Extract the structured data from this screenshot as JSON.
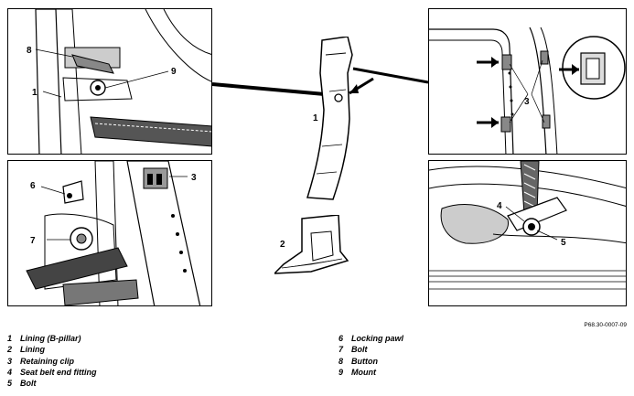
{
  "callouts": {
    "p1_8": "8",
    "p1_9": "9",
    "p1_1": "1",
    "center_1": "1",
    "center_2": "2",
    "p2_6": "6",
    "p2_7": "7",
    "p2_3": "3",
    "p3_3": "3",
    "p4_4": "4",
    "p4_5": "5"
  },
  "figure_id": "P68.30-0007-09",
  "legend_left": [
    {
      "num": "1",
      "label": "Lining (B-pillar)"
    },
    {
      "num": "2",
      "label": "Lining"
    },
    {
      "num": "3",
      "label": "Retaining clip"
    },
    {
      "num": "4",
      "label": "Seat belt end fitting"
    },
    {
      "num": "5",
      "label": "Bolt"
    }
  ],
  "legend_right": [
    {
      "num": "6",
      "label": "Locking pawl"
    },
    {
      "num": "7",
      "label": "Bolt"
    },
    {
      "num": "8",
      "label": "Button"
    },
    {
      "num": "9",
      "label": "Mount"
    }
  ]
}
